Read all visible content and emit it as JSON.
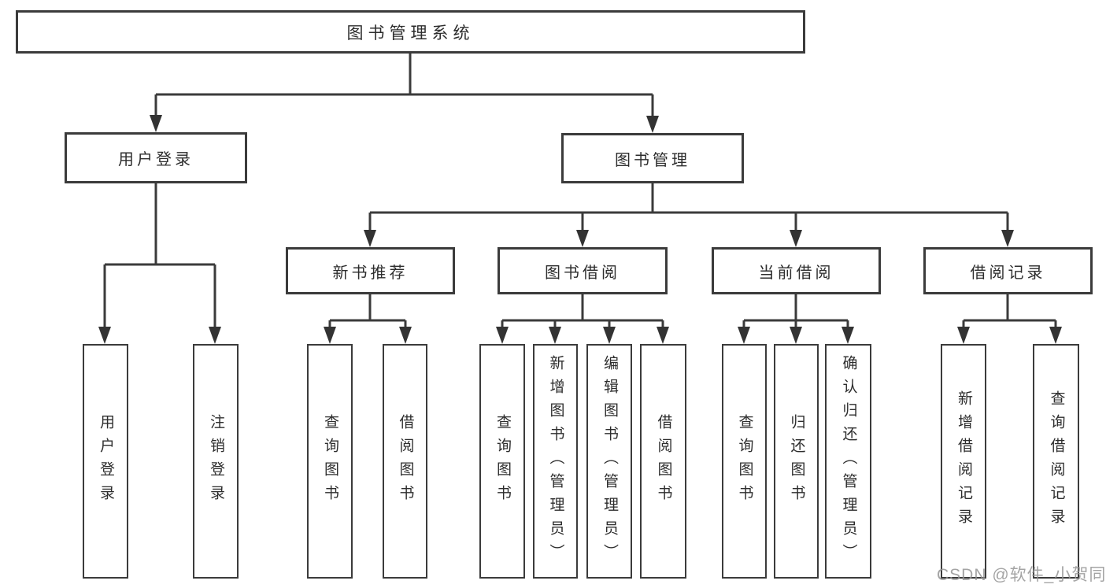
{
  "colors": {
    "line": "#3b3b3b",
    "box_border": "#3b3b3b",
    "text": "#2d2d2d",
    "background": "#ffffff",
    "watermark": "#949494"
  },
  "watermark": {
    "text": "CSDN @软件_小贺同学"
  },
  "tree": {
    "root": {
      "label": "图书管理系统"
    },
    "branches": [
      {
        "label": "用户登录",
        "children": [
          {
            "label": "用户登录"
          },
          {
            "label": "注销登录"
          }
        ]
      },
      {
        "label": "图书管理",
        "children": [
          {
            "label": "新书推荐",
            "children": [
              {
                "label": "查询图书"
              },
              {
                "label": "借阅图书"
              }
            ]
          },
          {
            "label": "图书借阅",
            "children": [
              {
                "label": "查询图书"
              },
              {
                "label": "新增图书（管理员）"
              },
              {
                "label": "编辑图书（管理员）"
              },
              {
                "label": "借阅图书"
              }
            ]
          },
          {
            "label": "当前借阅",
            "children": [
              {
                "label": "查询图书"
              },
              {
                "label": "归还图书"
              },
              {
                "label": "确认归还（管理员）"
              }
            ]
          },
          {
            "label": "借阅记录",
            "children": [
              {
                "label": "新增借阅记录"
              },
              {
                "label": "查询借阅记录"
              }
            ]
          }
        ]
      }
    ]
  }
}
